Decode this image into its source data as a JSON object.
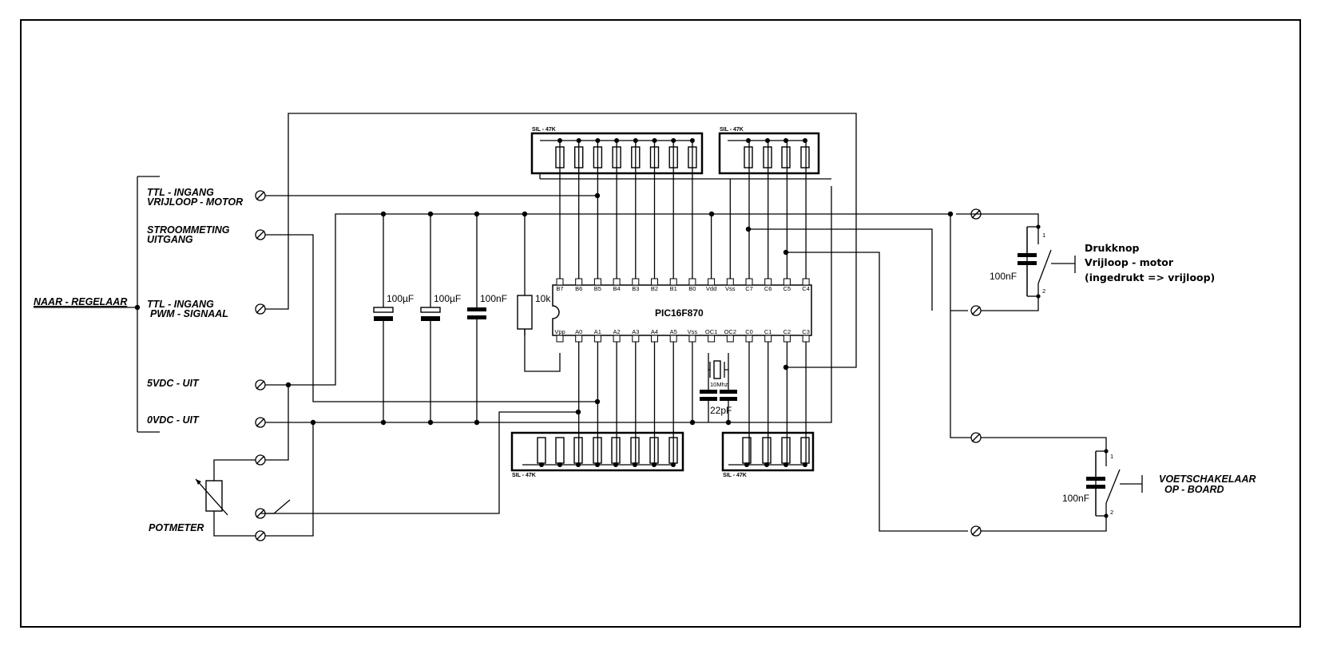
{
  "connector": {
    "title": "NAAR - REGELAAR",
    "ttl_freewheel": [
      "TTL - INGANG",
      "VRIJLOOP - MOTOR"
    ],
    "current": [
      "STROOMMETING",
      "UITGANG"
    ],
    "ttl_pwm": [
      "TTL - INGANG",
      "PWM - SIGNAAL"
    ],
    "v5": "5VDC - UIT",
    "v0": "0VDC - UIT"
  },
  "potmeter": "POTMETER",
  "ic": {
    "name": "PIC16F870",
    "top_pins": [
      "B7",
      "B6",
      "B5",
      "B4",
      "B3",
      "B2",
      "B1",
      "B0",
      "Vdd",
      "Vss",
      "C7",
      "C6",
      "C5",
      "C4"
    ],
    "bottom_pins": [
      "Vpp",
      "A0",
      "A1",
      "A2",
      "A3",
      "A4",
      "A5",
      "Vss",
      "OC1",
      "OC2",
      "C0",
      "C1",
      "C2",
      "C3"
    ]
  },
  "sil_label": "SIL - 47K",
  "caps": {
    "c1": "100µF",
    "c2": "100µF",
    "c3": "100nF",
    "xtal": "10Mhz",
    "load": "22pF"
  },
  "resistor": "10k",
  "pushbutton": {
    "cap": "100nF",
    "pin1": "1",
    "pin2": "2",
    "lines": [
      "Drukknop",
      "Vrijloop - motor",
      "(ingedrukt => vrijloop)"
    ]
  },
  "footswitch": {
    "cap": "100nF",
    "pin1": "1",
    "pin2": "2",
    "lines": [
      "VOETSCHAKELAAR",
      "OP - BOARD"
    ]
  }
}
